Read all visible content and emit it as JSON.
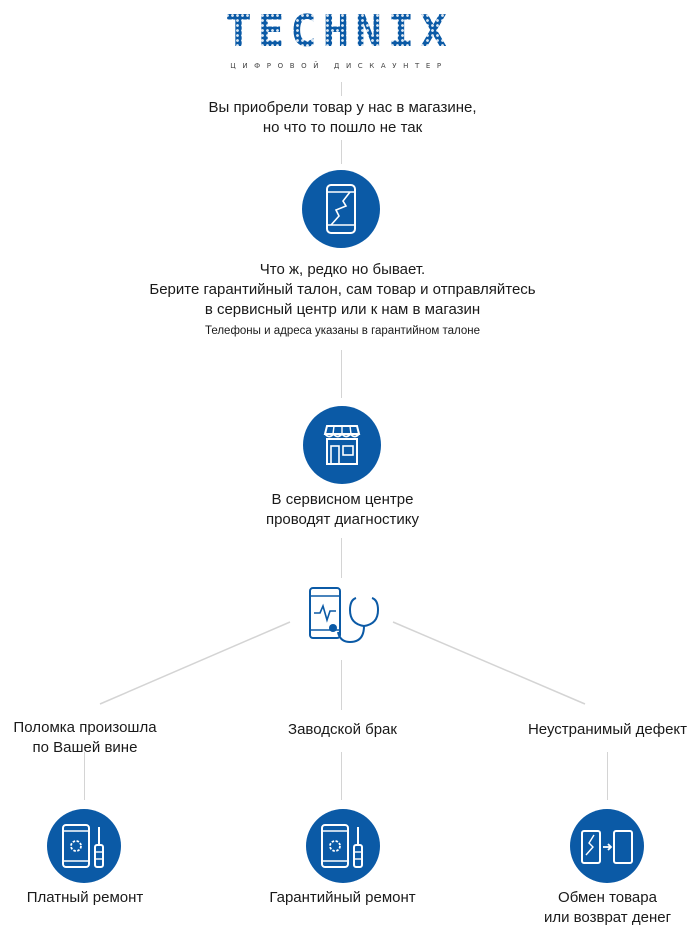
{
  "logo": {
    "word": "TECHNIX",
    "tagline": "ЦИФРОВОЙ ДИСКАУНТЕР"
  },
  "steps": {
    "step1": {
      "line1": "Вы приобрели товар у нас в магазине,",
      "line2": "но что то пошло не так"
    },
    "step2": {
      "line1": "Что ж, редко но бывает.",
      "line2": "Берите гарантийный талон, сам товар и отправляйтесь",
      "line3": "в сервисный центр или к нам в магазин",
      "note": "Телефоны и адреса указаны в гарантийном талоне"
    },
    "step3": {
      "line1": "В сервисном центре",
      "line2": "проводят диагностику"
    }
  },
  "branches": {
    "left": {
      "line1": "Поломка произошла",
      "line2": "по Вашей вине",
      "result": "Платный ремонт"
    },
    "middle": {
      "label": "Заводской брак",
      "result": "Гарантийный ремонт"
    },
    "right": {
      "label": "Неустранимый дефект",
      "result_line1": "Обмен товара",
      "result_line2": "или возврат денег"
    }
  },
  "colors": {
    "accent": "#0b5aa6",
    "connector": "#d4d4d4"
  },
  "icons": [
    "broken-phone-icon",
    "store-icon",
    "diagnostics-icon",
    "paid-repair-icon",
    "warranty-repair-icon",
    "exchange-icon"
  ]
}
